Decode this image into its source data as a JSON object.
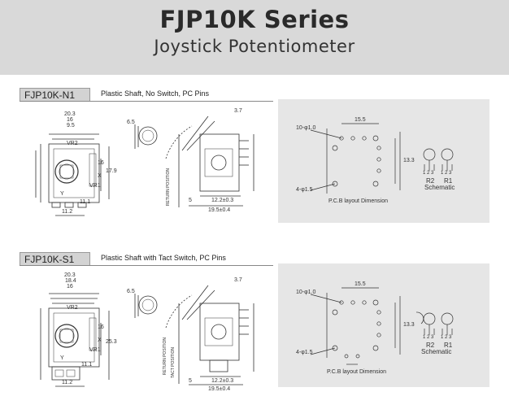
{
  "header": {
    "title": "FJP10K Series",
    "subtitle": "Joystick Potentiometer"
  },
  "sections": [
    {
      "tab_label": "FJP10K-N1",
      "description": "Plastic Shaft, No Switch, PC Pins",
      "pcb_label": "P.C.B layout Dimension",
      "schematic_label": "Schematic",
      "dims": {
        "d1": "20.3",
        "d2": "16",
        "d3": "9.5",
        "d4": "11.2",
        "d5": "17.9",
        "d6": "16",
        "d7": "19.5±0.4",
        "d8": "12.2±0.3",
        "d9": "3.7",
        "d10": "5",
        "d11": "6.5",
        "d12": "11.1",
        "vr1": "VR1",
        "vr2": "VR2",
        "x": "X",
        "y": "Y",
        "ret": "RETURN POSITION",
        "pcb_w": "15.5",
        "pcb_h": "13.3",
        "pcb_hole1": "10-φ1.0",
        "pcb_hole2": "4-φ1.5",
        "r2": "R2",
        "r1": "R1",
        "pins_a": "1 2 3",
        "pins_b": "1 2 3"
      }
    },
    {
      "tab_label": "FJP10K-S1",
      "description": "Plastic Shaft with Tact Switch, PC Pins",
      "pcb_label": "P.C.B layout Dimension",
      "schematic_label": "Schematic",
      "dims": {
        "d1": "20.3",
        "d2": "18.4",
        "d3": "16",
        "d4": "11.2",
        "d5": "25.3",
        "d6": "16",
        "d7": "19.5±0.4",
        "d8": "12.2±0.3",
        "d9": "3.7",
        "d10": "5",
        "d11": "6.5",
        "d12": "11.1",
        "vr1": "VR1",
        "vr2": "VR2",
        "x": "X",
        "y": "Y",
        "ret": "RETURN POSITION",
        "tact": "TACT POSITION",
        "pcb_w": "15.5",
        "pcb_h": "13.3",
        "pcb_hole1": "10-φ1.0",
        "pcb_hole2": "4-φ1.5",
        "r2": "R2",
        "r1": "R1",
        "pins_a": "1 2 3",
        "pins_b": "1 2 3"
      }
    }
  ]
}
